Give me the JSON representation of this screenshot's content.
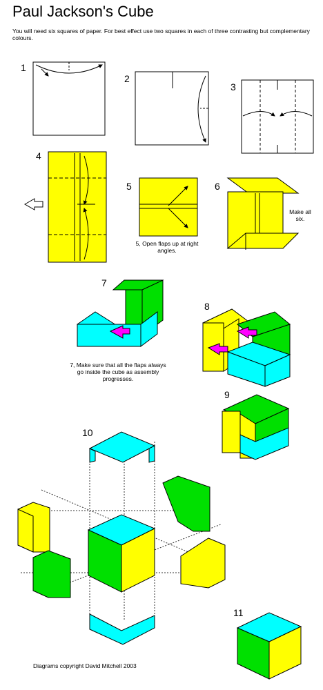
{
  "title": "Paul Jackson's Cube",
  "intro": "You will need six squares of paper. For best effect use two squares in each of three contrasting but complementary colours.",
  "steps": {
    "s1": "1",
    "s2": "2",
    "s3": "3",
    "s4": "4",
    "s5": "5",
    "s6": "6",
    "s7": "7",
    "s8": "8",
    "s9": "9",
    "s10": "10",
    "s11": "11"
  },
  "captions": {
    "step5": "5, Open flaps up at right angles.",
    "step6": "Make all six.",
    "step7": "7, Make sure that all the flaps always go inside the cube as assembly progresses."
  },
  "copyright": "Diagrams copyright David Mitchell 2003",
  "colors": {
    "yellow": "#ffff00",
    "green": "#00e000",
    "cyan": "#00ffff",
    "magenta": "#ff00ff"
  }
}
